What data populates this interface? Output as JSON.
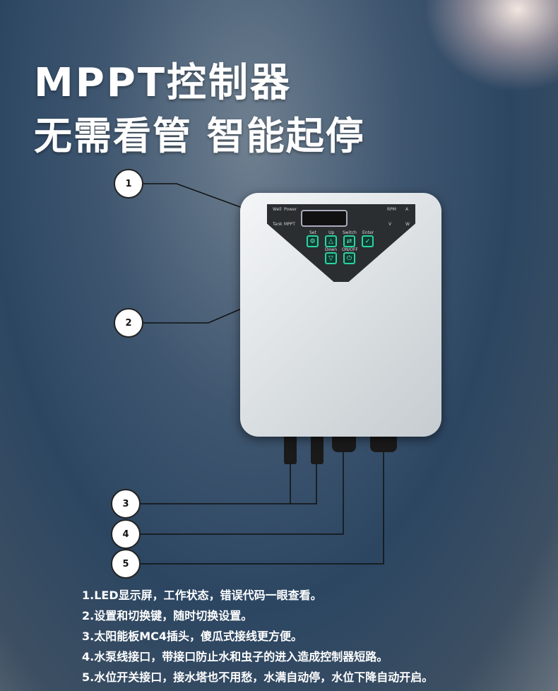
{
  "headline": {
    "line1": "MPPT控制器",
    "line2": "无需看管 智能起停"
  },
  "callouts": [
    "1",
    "2",
    "3",
    "4",
    "5"
  ],
  "panel": {
    "indicators": [
      "Well",
      "Power",
      "Tank",
      "MPPT",
      "RPM",
      "A",
      "V",
      "W"
    ],
    "buttons": [
      {
        "label": "Set",
        "icon": "gear-icon"
      },
      {
        "label": "Up",
        "icon": "triangle-up-icon"
      },
      {
        "label": "Switch",
        "icon": "switch-icon"
      },
      {
        "label": "Enter",
        "icon": "check-icon"
      },
      {
        "label": "Down",
        "icon": "triangle-down-icon"
      },
      {
        "label": "ON/OFF",
        "icon": "power-icon"
      }
    ],
    "accent": "#2bd3a0"
  },
  "features": [
    "1.LED显示屏，工作状态，错误代码一眼查看。",
    "2.设置和切换键，随时切换设置。",
    "3.太阳能板MC4插头，傻瓜式接线更方便。",
    "4.水泵线接口，带接口防止水和虫子的进入造成控制器短路。",
    "5.水位开关接口，接水塔也不用愁，水满自动停，水位下降自动开启。"
  ]
}
